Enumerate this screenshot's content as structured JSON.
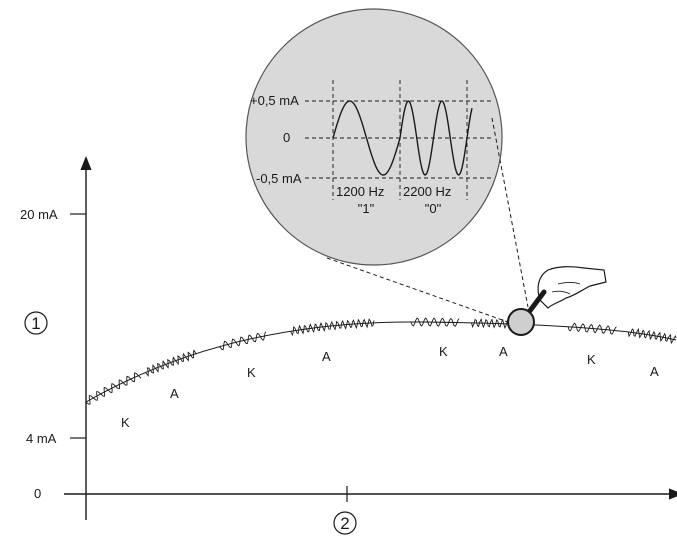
{
  "diagram": {
    "y_axis_labels": {
      "top": "20 mA",
      "low": "4 mA",
      "zero": "0"
    },
    "callouts": {
      "y_marker": "1",
      "x_marker": "2"
    },
    "curve_letters": [
      "K",
      "A",
      "K",
      "A",
      "K",
      "A",
      "K",
      "A"
    ],
    "magnifier": {
      "plus": "+0,5 mA",
      "zero": "0",
      "minus": "-0,5 mA",
      "freq_1": "1200 Hz",
      "freq_2": "2200 Hz",
      "bit_1": "\"1\"",
      "bit_0": "\"0\""
    },
    "colors": {
      "ink": "#1a1a1a",
      "magnifier_fill": "#d9d9d9",
      "lens_fill": "#cfcfcf"
    }
  }
}
